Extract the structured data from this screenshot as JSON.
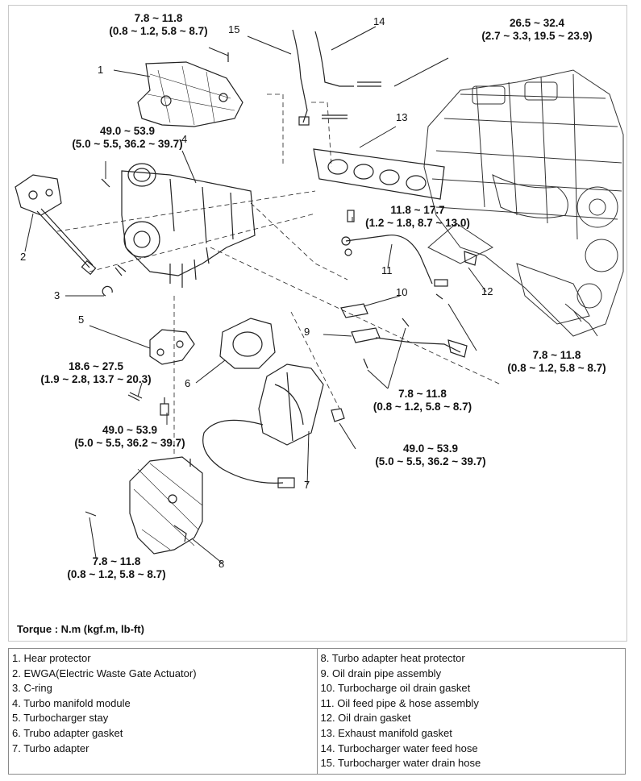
{
  "torque_specs": {
    "t_heat_protector_bolt": [
      "7.8 ~ 11.8",
      "(0.8 ~ 1.2, 5.8 ~ 8.7)"
    ],
    "t_water_hose_bolt": [
      "26.5 ~ 32.4",
      "(2.7 ~ 3.3, 19.5 ~ 23.9)"
    ],
    "t_manifold_nut": [
      "49.0 ~ 53.9",
      "(5.0 ~ 5.5, 36.2 ~ 39.7)"
    ],
    "t_oil_feed_bolt": [
      "11.8 ~ 17.7",
      "(1.2 ~ 1.8, 8.7 ~ 13.0)"
    ],
    "t_oil_drain_bolt_right": [
      "7.8 ~ 11.8",
      "(0.8 ~ 1.2, 5.8 ~ 8.7)"
    ],
    "t_stay_bolt": [
      "18.6 ~ 27.5",
      "(1.9 ~ 2.8, 13.7 ~ 20.3)"
    ],
    "t_oil_drain_bolt_mid": [
      "7.8 ~ 11.8",
      "(0.8 ~ 1.2, 5.8 ~ 8.7)"
    ],
    "t_stay_nut": [
      "49.0 ~ 53.9",
      "(5.0 ~ 5.5, 36.2 ~ 39.7)"
    ],
    "t_adapter_nut": [
      "49.0 ~ 53.9",
      "(5.0 ~ 5.5, 36.2 ~ 39.7)"
    ],
    "t_adapter_protector_bolt": [
      "7.8 ~ 11.8",
      "(0.8 ~ 1.2, 5.8 ~ 8.7)"
    ]
  },
  "callouts": {
    "c1": "1",
    "c2": "2",
    "c3": "3",
    "c4": "4",
    "c5": "5",
    "c6": "6",
    "c7": "7",
    "c8": "8",
    "c9": "9",
    "c10": "10",
    "c11": "11",
    "c12": "12",
    "c13": "13",
    "c14": "14",
    "c15": "15"
  },
  "torque_note": "Torque : N.m (kgf.m, lb-ft)",
  "legend": {
    "left": [
      "1. Hear protector",
      "2. EWGA(Electric Waste Gate Actuator)",
      "3. C-ring",
      "4. Turbo manifold module",
      "5. Turbocharger stay",
      "6. Trubo adapter gasket",
      "7. Turbo adapter"
    ],
    "right": [
      "8. Turbo adapter heat protector",
      "9. Oil drain pipe assembly",
      "10. Turbocharge oil drain gasket",
      "11. Oil feed pipe & hose assembly",
      "12. Oil drain gasket",
      "13. Exhaust manifold gasket",
      "14. Turbocharger water feed hose",
      "15. Turbocharger water drain hose"
    ]
  },
  "colors": {
    "line": "#222222",
    "border": "#c9c9c9"
  }
}
